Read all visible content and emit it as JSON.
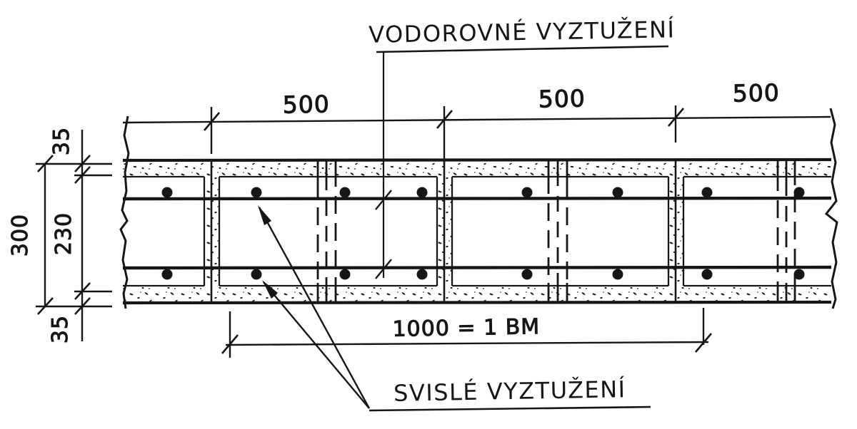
{
  "figure": {
    "type": "hand-drawn construction detail, horizontal section of hollow-block wall with reinforcement",
    "ink_color": "#161616",
    "paper_color": "#ffffff",
    "labels": {
      "top": "VODOROVNÉ VYZTUŽENÍ",
      "bottom": "SVISLÉ VYZTUŽENÍ"
    },
    "dimensions": {
      "top": [
        "500",
        "500",
        "500"
      ],
      "left": {
        "overall": "300",
        "core": "230",
        "top_shell": "35",
        "bottom_shell": "35"
      },
      "bottom": "1000 = 1 BM"
    }
  }
}
